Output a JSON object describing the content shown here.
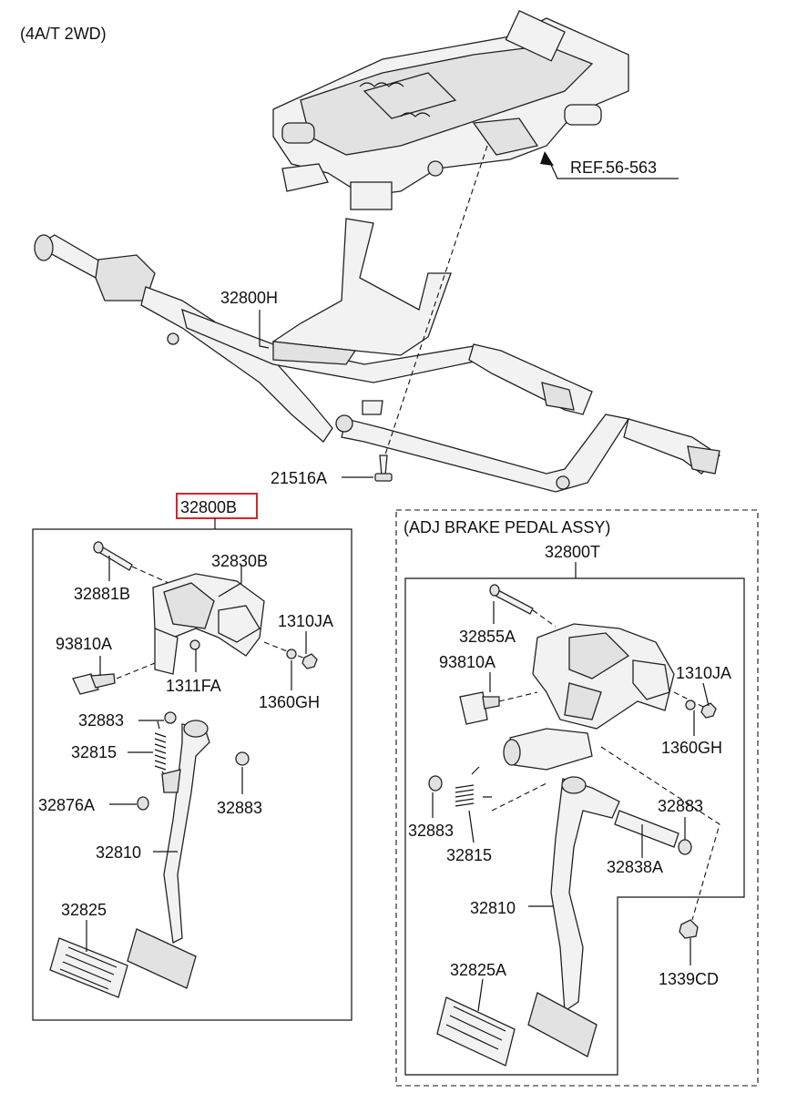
{
  "header": {
    "variant": "(4A/T 2WD)"
  },
  "reference": "REF.56-563",
  "highlight_color": "#d4262b",
  "top_assembly": {
    "bracket_label": "32800H",
    "bolt_label": "21516A"
  },
  "left_assembly": {
    "assembly_label": "32800B",
    "parts": {
      "p32881B": "32881B",
      "p32830B": "32830B",
      "p1310JA": "1310JA",
      "p93810A": "93810A",
      "p1311FA": "1311FA",
      "p1360GH": "1360GH",
      "p32883a": "32883",
      "p32815": "32815",
      "p32876A": "32876A",
      "p32883b": "32883",
      "p32810": "32810",
      "p32825": "32825"
    }
  },
  "right_assembly": {
    "title": "(ADJ BRAKE PEDAL ASSY)",
    "assembly_label": "32800T",
    "parts": {
      "p32855A": "32855A",
      "p93810A": "93810A",
      "p1310JA": "1310JA",
      "p1360GH": "1360GH",
      "p32883a": "32883",
      "p32883b": "32883",
      "p32815": "32815",
      "p32838A": "32838A",
      "p32810": "32810",
      "p32825A": "32825A",
      "p1339CD": "1339CD"
    }
  }
}
